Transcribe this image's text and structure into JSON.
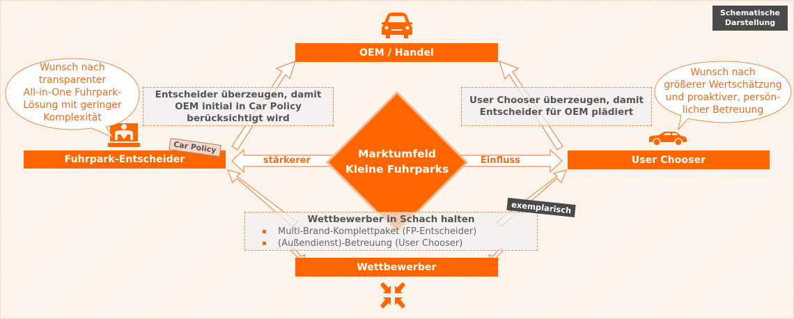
{
  "badge": {
    "line1": "Schematische",
    "line2": "Darstellung"
  },
  "nodes": {
    "oem": "OEM / Handel",
    "decider": "Fuhrpark-Entscheider",
    "chooser": "User Chooser",
    "competitor": "Wettbewerber"
  },
  "center": {
    "line1": "Marktumfeld",
    "line2": "Kleine Fuhrparks"
  },
  "influence_arrow": {
    "left_label": "stärkerer",
    "right_label": "Einfluss"
  },
  "car_policy_tag": "Car Policy",
  "bubbles": {
    "decider": [
      "Wunsch nach",
      "transparenter",
      "All-in-One Fuhrpark-",
      "Lösung mit geringer",
      "Komplexität"
    ],
    "chooser": [
      "Wunsch nach",
      "größerer Wertschätzung",
      "und proaktiver, persön-",
      "licher Betreuung"
    ]
  },
  "boxes": {
    "decider_to_oem": [
      "Entscheider überzeugen, damit",
      "OEM initial in Car Policy",
      "berücksichtigt wird"
    ],
    "chooser_to_oem": [
      "User Chooser überzeugen, damit",
      "Entscheider für OEM plädiert"
    ],
    "competitor": {
      "title": "Wettbewerber in Schach halten",
      "bullets": [
        "Multi-Brand-Komplettpaket (FP-Entscheider)",
        "(Außendienst)-Betreuung (User Chooser)"
      ]
    }
  },
  "exemplary_tag": "exemplarisch",
  "icons": {
    "oem": "car-front-icon",
    "decider": "businessman-at-desk-icon",
    "chooser": "car-side-icon",
    "competitor": "arrows-converge-icon"
  },
  "colors": {
    "accent": "#ff6600",
    "dark_tag": "#4a4a4a",
    "text_gray": "#555555"
  }
}
